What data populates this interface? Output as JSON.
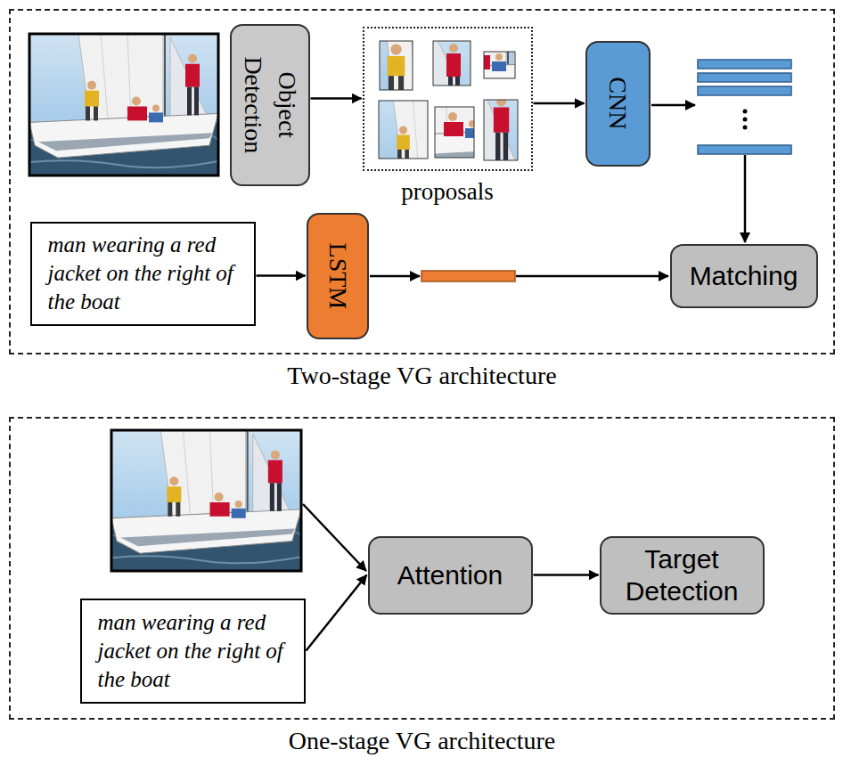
{
  "diagram": {
    "nodes": [
      {
        "text": [
          "Two-stage VG architecture"
        ]
      },
      {
        "text": [
          "Object Detection"
        ],
        "in": 0
      },
      {
        "text": [
          "proposals"
        ],
        "in": 0
      },
      {
        "text": [
          "CNN"
        ],
        "in": 0
      },
      {
        "text": [
          "man wearing a red jacket on the right of the boat"
        ],
        "in": 0
      },
      {
        "text": [
          "LSTM"
        ],
        "in": 0
      },
      {
        "text": [
          "Matching"
        ],
        "in": 0
      },
      {
        "text": [
          "One-stage VG architecture"
        ]
      },
      {
        "text": [
          "man wearing a red jacket on the right of the boat"
        ],
        "in": 7
      },
      {
        "text": [
          "Attention"
        ],
        "in": 7
      },
      {
        "text": [
          "Target Detection"
        ],
        "in": 7
      }
    ],
    "edges": [
      {
        "from": 1,
        "to": 2,
        "arrow": "to"
      },
      {
        "from": 2,
        "to": 3,
        "arrow": "to"
      },
      {
        "from": 4,
        "to": 5,
        "arrow": "to"
      },
      {
        "from": 8,
        "to": 9,
        "arrow": "to"
      },
      {
        "from": 9,
        "to": 10,
        "arrow": "to"
      }
    ]
  }
}
